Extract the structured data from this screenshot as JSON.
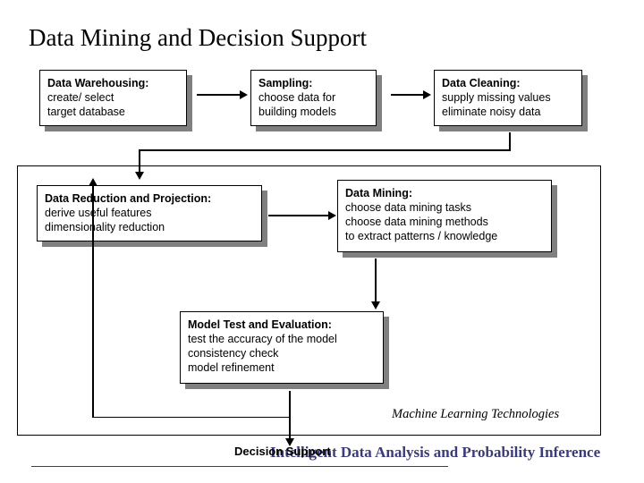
{
  "slide": {
    "title": "Data Mining and Decision Support",
    "footer_note": "Machine Learning Technologies",
    "decision_support_label": "Decision Support",
    "subtitle_blue": "Intelligent Data Analysis and Probability Inference",
    "colors": {
      "text": "#000000",
      "shadow": "#808080",
      "accent_blue": "#3b3b78",
      "box_fill": "#ffffff",
      "border": "#000000",
      "background": "#ffffff"
    }
  },
  "boxes": [
    {
      "id": "data-warehousing",
      "header": "Data Warehousing:",
      "lines": [
        "create/ select",
        "target database"
      ]
    },
    {
      "id": "sampling",
      "header": "Sampling:",
      "lines": [
        "choose data for",
        "building models"
      ]
    },
    {
      "id": "data-cleaning",
      "header": "Data Cleaning:",
      "lines": [
        "supply missing values",
        "eliminate noisy data"
      ]
    },
    {
      "id": "data-reduction-and-projection",
      "header": "Data Reduction and Projection:",
      "lines": [
        "derive useful features",
        "dimensionality reduction"
      ]
    },
    {
      "id": "data-mining",
      "header": "Data Mining:",
      "lines": [
        "choose data mining tasks",
        "choose data mining methods",
        "to extract patterns / knowledge"
      ]
    },
    {
      "id": "model-test-and-evaluation",
      "header": "Model Test and Evaluation:",
      "lines": [
        "test the accuracy of the model",
        "consistency check",
        "model refinement"
      ]
    }
  ],
  "connectors": [
    {
      "id": "warehousing-to-sampling",
      "from": "data-warehousing",
      "to": "sampling",
      "direction": "right"
    },
    {
      "id": "sampling-to-cleaning",
      "from": "sampling",
      "to": "data-cleaning",
      "direction": "right"
    },
    {
      "id": "cleaning-to-reduction",
      "from": "data-cleaning",
      "to": "data-reduction-and-projection",
      "direction": "down"
    },
    {
      "id": "reduction-to-mining",
      "from": "data-reduction-and-projection",
      "to": "data-mining",
      "direction": "right"
    },
    {
      "id": "mining-to-model-test",
      "from": "data-mining",
      "to": "model-test-and-evaluation",
      "direction": "down"
    },
    {
      "id": "model-test-feedback-to-reduction",
      "from": "model-test-and-evaluation",
      "to": "data-reduction-and-projection",
      "direction": "up"
    },
    {
      "id": "model-test-to-decision-support",
      "from": "model-test-and-evaluation",
      "to": "decision-support",
      "direction": "down"
    }
  ]
}
